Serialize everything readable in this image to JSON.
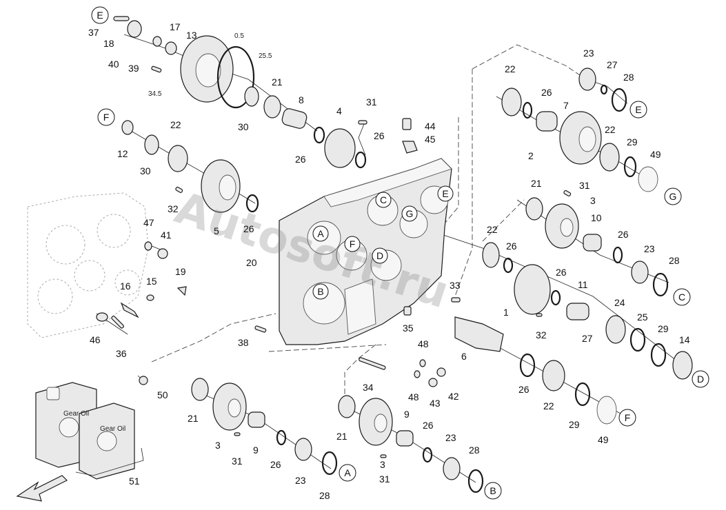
{
  "watermark": "Autosoft.ru",
  "oil_label": "Gear Oil",
  "dimensions": [
    "0.5",
    "25.5",
    "34.5"
  ],
  "part_numbers": [
    "1",
    "2",
    "3",
    "4",
    "5",
    "6",
    "7",
    "8",
    "9",
    "10",
    "11",
    "12",
    "13",
    "14",
    "15",
    "16",
    "17",
    "18",
    "19",
    "20",
    "21",
    "22",
    "23",
    "24",
    "25",
    "26",
    "27",
    "28",
    "29",
    "30",
    "31",
    "32",
    "33",
    "34",
    "35",
    "36",
    "37",
    "38",
    "39",
    "40",
    "41",
    "42",
    "43",
    "44",
    "45",
    "46",
    "47",
    "48",
    "49",
    "50",
    "51"
  ],
  "ref_markers": [
    "A",
    "B",
    "C",
    "D",
    "E",
    "F",
    "G"
  ]
}
